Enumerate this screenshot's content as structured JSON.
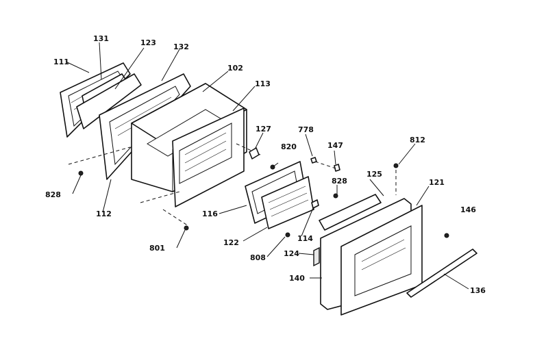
{
  "labels": {
    "p111": "111",
    "p131": "131",
    "p123": "123",
    "p132": "132",
    "p102": "102",
    "p113": "113",
    "p127": "127",
    "p778": "778",
    "p820a": "820",
    "p147": "147",
    "p812": "812",
    "p828a": "828",
    "p112": "112",
    "p116": "116",
    "p828b": "828",
    "p125": "125",
    "p121": "121",
    "p146": "146",
    "p801": "801",
    "p122": "122",
    "p114": "114",
    "p808": "808",
    "p124": "124",
    "p140": "140",
    "p136": "136"
  }
}
